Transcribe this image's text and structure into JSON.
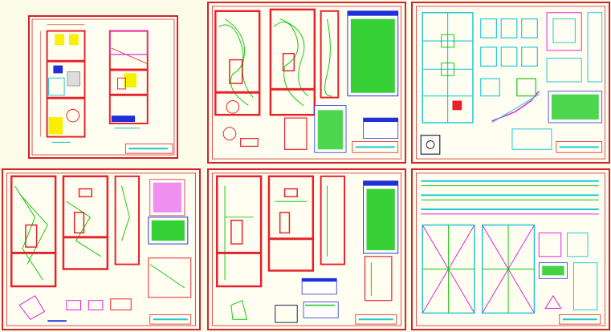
{
  "colors": {
    "background": "#fdfce9",
    "sheet": "#fffef0",
    "frame": "#d4232a",
    "wall": "#e8202a",
    "cyan": "#1fc8d8",
    "green": "#14c814",
    "magenta": "#e020e0",
    "yellow": "#f8f000",
    "blue": "#2030d8",
    "dark": "#202060"
  },
  "sheets": [
    {
      "id": "sheet-1",
      "content": "architectural-floor-plans"
    },
    {
      "id": "sheet-2",
      "content": "sanitary-installation-plans"
    },
    {
      "id": "sheet-3",
      "content": "structural-foundation-details"
    },
    {
      "id": "sheet-4",
      "content": "electrical-installation-plans"
    },
    {
      "id": "sheet-5",
      "content": "water-installation-plans"
    },
    {
      "id": "sheet-6",
      "content": "structural-beams-and-slabs"
    }
  ]
}
